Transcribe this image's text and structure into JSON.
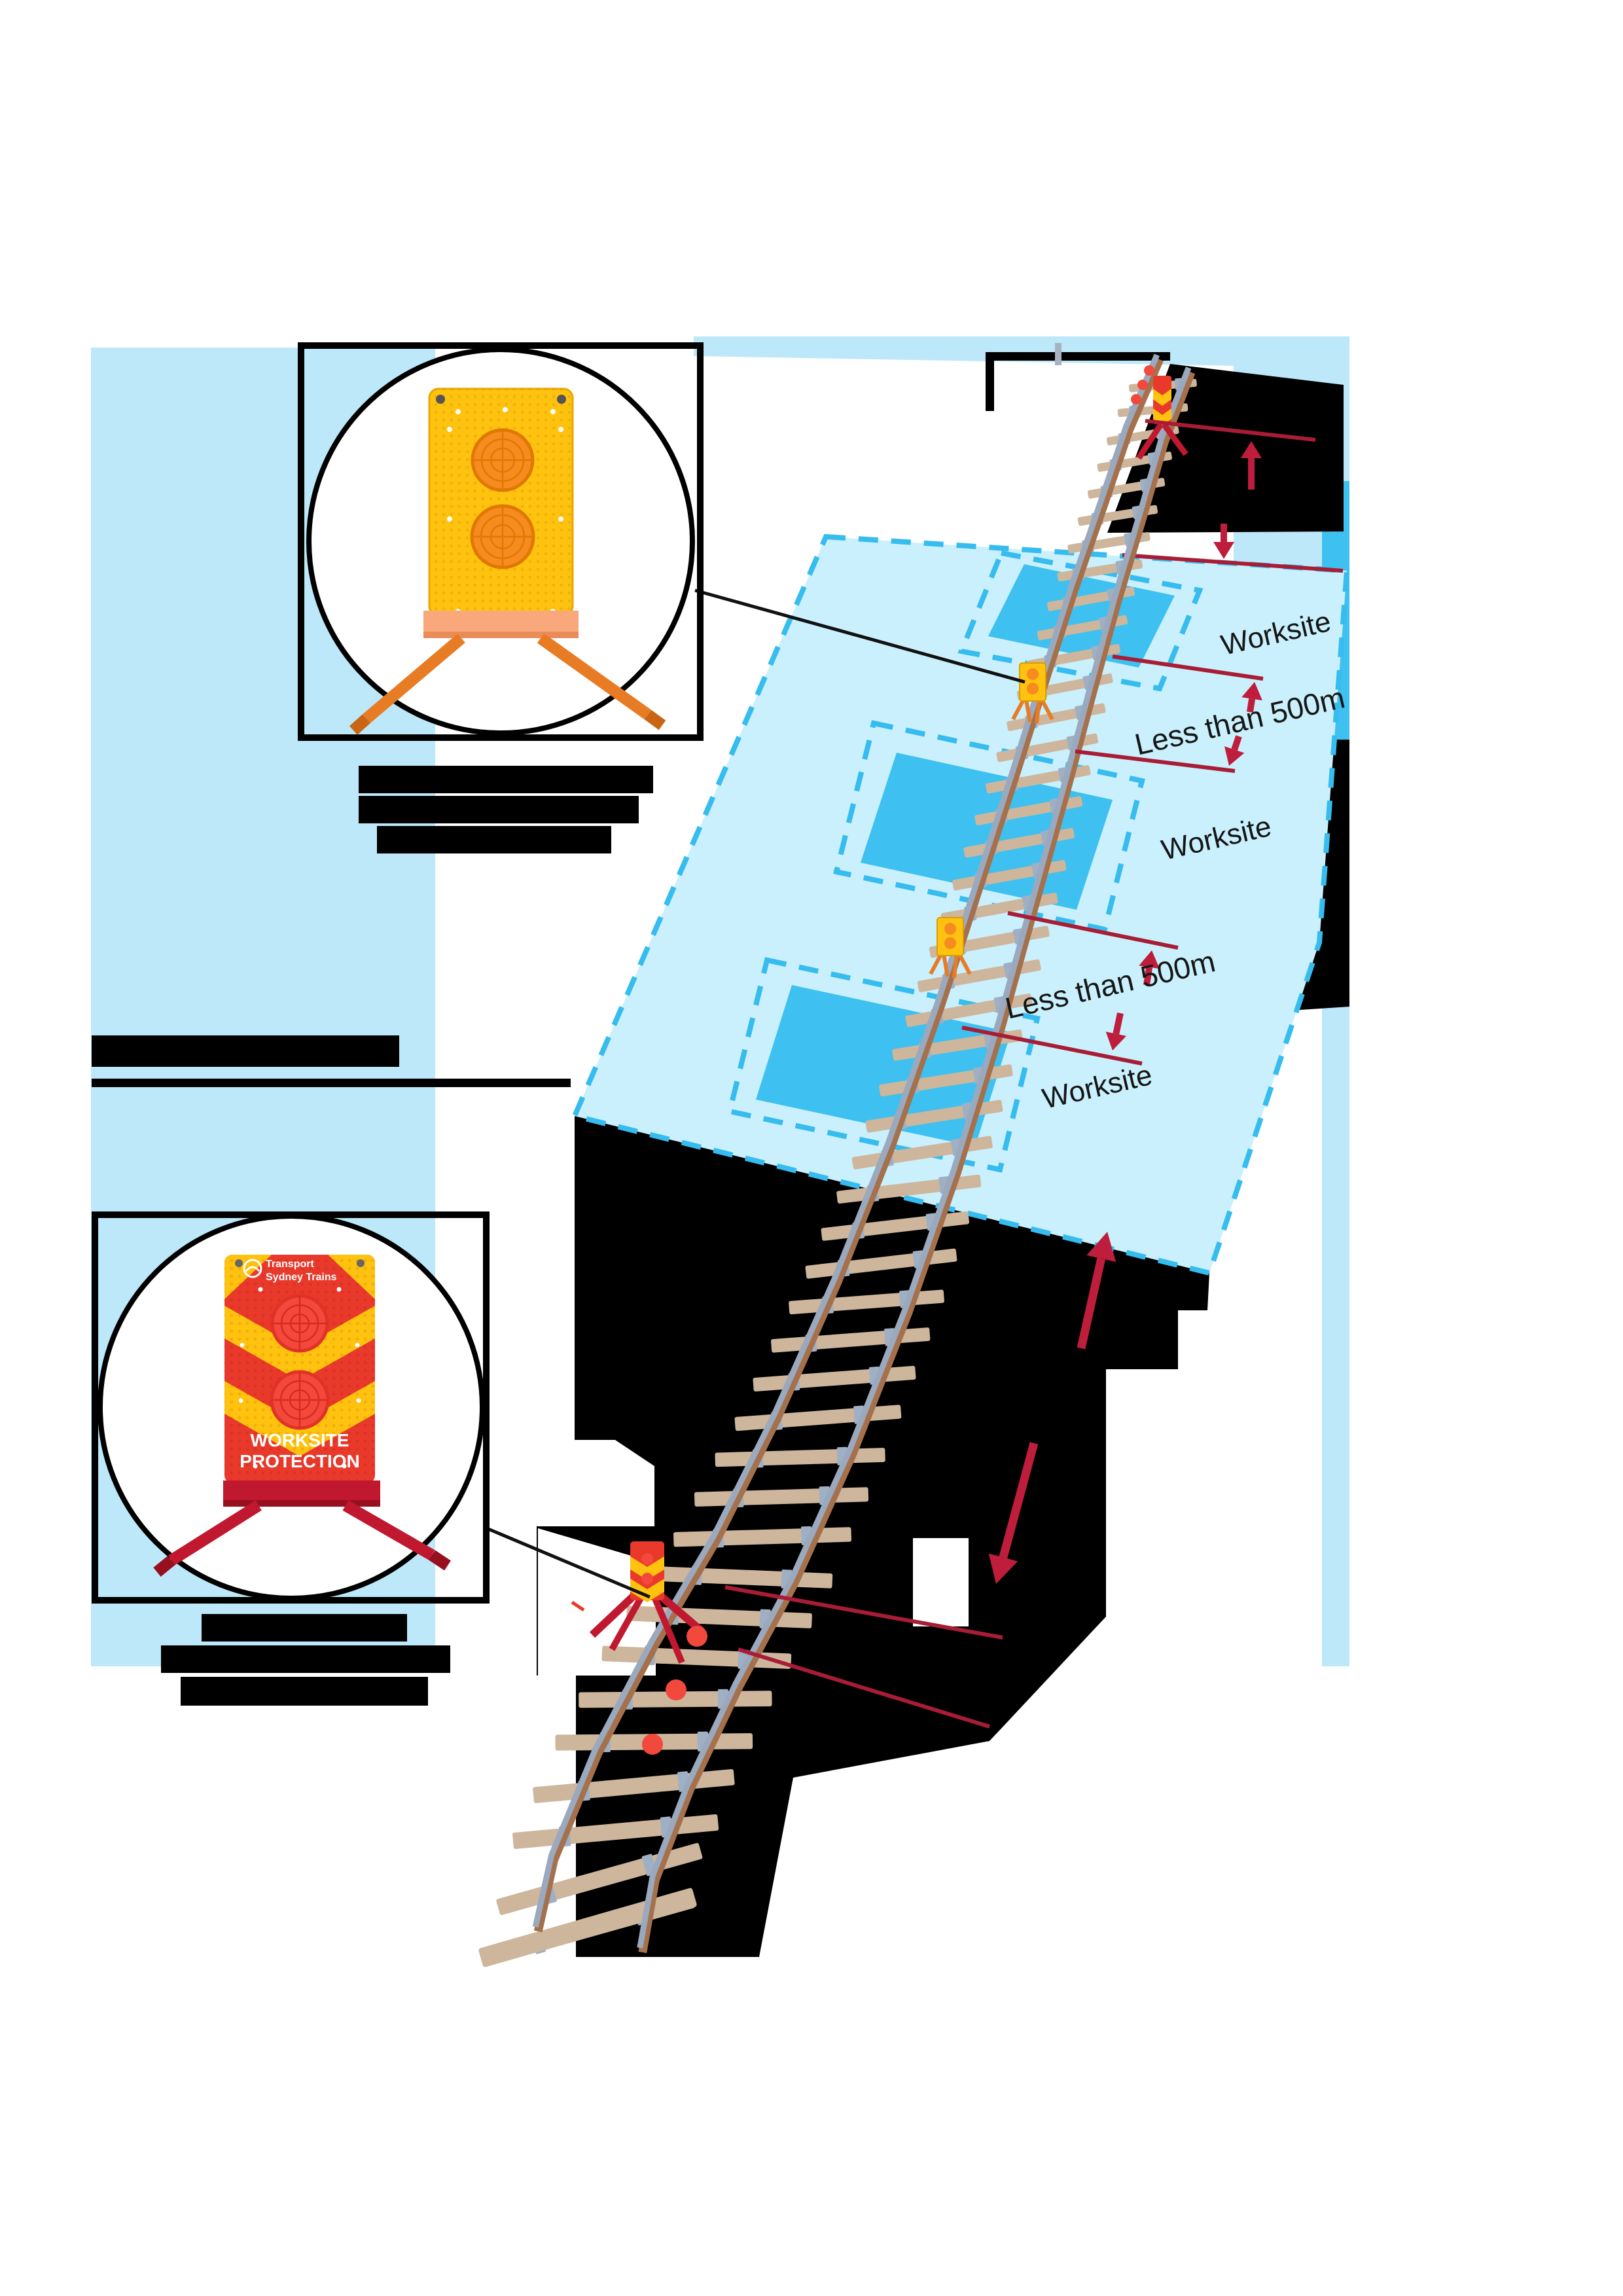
{
  "diagram": {
    "labels": {
      "worksite": "Worksite",
      "distance": "Less than 500m"
    },
    "protection_board": {
      "title_line1": "WORKSITE",
      "title_line2": "PROTECTION",
      "logo_line1": "Transport",
      "logo_line2": "Sydney Trains"
    },
    "colors": {
      "light-blue": "#BCE8F9",
      "paral-blue": "#C9F0FC",
      "work-blue": "#3EC1F0",
      "dash-blue": "#36BCEE",
      "crimson": "#BE1E3C",
      "red-line": "#A81D35",
      "sleeper": "#CDB69C",
      "rail-gray": "#9AA9BE",
      "rail-brown": "#A5714C",
      "board-yellow": "#FFC20E",
      "board-orange": "#F68B1F",
      "salmon": "#F9A87C",
      "leg-orange": "#E87C25",
      "sign-red": "#E8392B",
      "stand-red": "#C0182F",
      "detonator-red": "#F2493C"
    }
  }
}
